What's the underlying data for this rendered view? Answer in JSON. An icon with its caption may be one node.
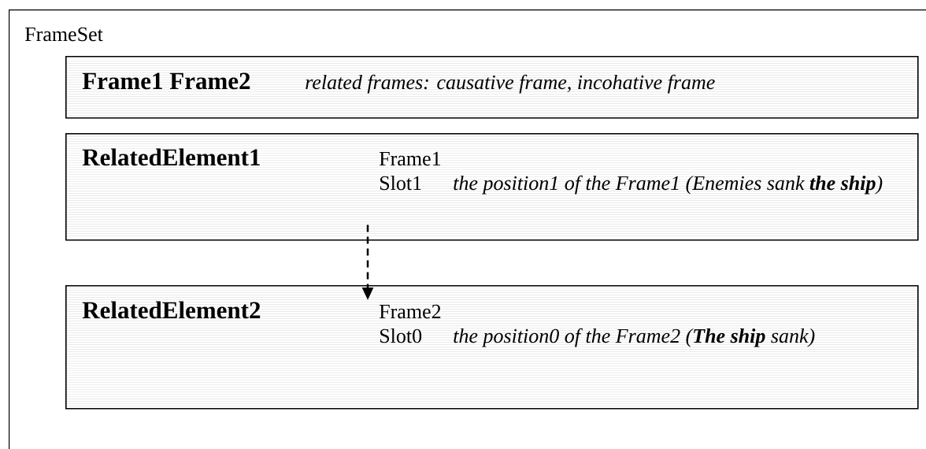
{
  "diagram": {
    "nodes": [
      {
        "text": [
          "FrameSet"
        ]
      },
      {
        "text": [
          "Frame1 Frame2",
          "related frames: causative frame, incohative frame"
        ],
        "in": 0
      },
      {
        "text": [
          "RelatedElement1",
          "Frame1",
          "Slot1",
          "the position1 of the Frame1 (Enemies sank **the ship**)"
        ],
        "in": 0
      },
      {
        "text": [
          "RelatedElement2",
          "Frame2",
          "Slot0",
          "the position0 of the Frame2 (**The ship** sank)"
        ],
        "in": 0
      }
    ],
    "edges": [
      {
        "from": 2,
        "to": 3,
        "arrow": "to",
        "style": "dashed"
      }
    ]
  }
}
